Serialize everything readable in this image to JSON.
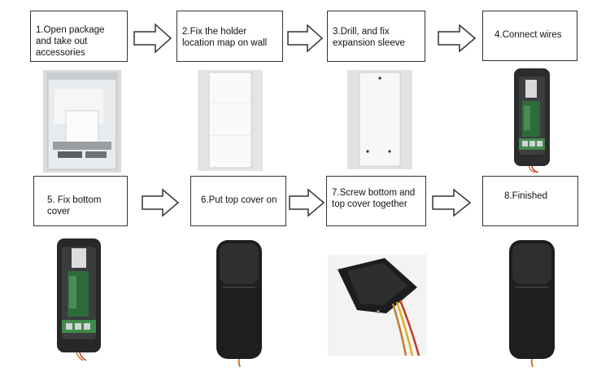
{
  "steps": [
    {
      "label": "1.Open package and take out accessories"
    },
    {
      "label": "2.Fix the holder location map on wall"
    },
    {
      "label": "3.Drill, and fix expansion sleeve"
    },
    {
      "label": "4.Connect wires"
    },
    {
      "label": "5. Fix bottom cover"
    },
    {
      "label": "6.Put top cover on"
    },
    {
      "label": "7.Screw bottom and top cover together"
    },
    {
      "label": "8.Finished"
    }
  ]
}
